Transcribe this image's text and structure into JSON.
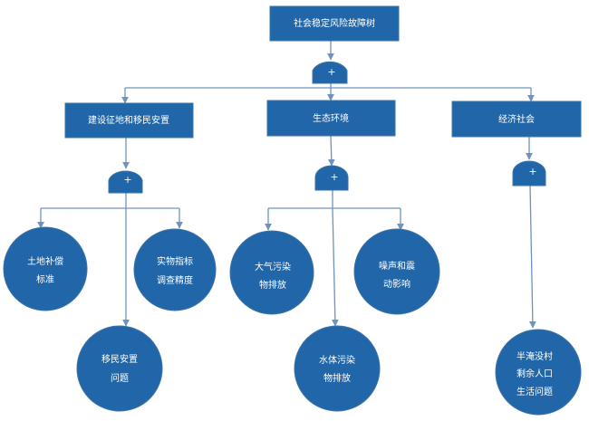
{
  "title": "社会稳定风险故障树",
  "colors": {
    "node_fill": "#2166a8",
    "connector": "#6d93bf",
    "text": "#ffffff"
  },
  "root": {
    "label": "社会稳定风险故障树",
    "gate": {
      "type": "or",
      "symbol": "+"
    }
  },
  "branches": [
    {
      "label": "建设征地和移民安置",
      "gate": {
        "type": "or",
        "symbol": "+"
      },
      "events": [
        {
          "lines": [
            "土地补偿",
            "标准"
          ]
        },
        {
          "lines": [
            "移民安置",
            "问题"
          ]
        },
        {
          "lines": [
            "实物指标",
            "调查精度"
          ]
        }
      ]
    },
    {
      "label": "生态环境",
      "gate": {
        "type": "or",
        "symbol": "+"
      },
      "events": [
        {
          "lines": [
            "大气污染",
            "物排放"
          ]
        },
        {
          "lines": [
            "水体污染",
            "物排放"
          ]
        },
        {
          "lines": [
            "噪声和震",
            "动影响"
          ]
        }
      ]
    },
    {
      "label": "经济社会",
      "gate": {
        "type": "or",
        "symbol": "+"
      },
      "events": [
        {
          "lines": [
            "半淹没村",
            "剩余人口",
            "生活问题"
          ]
        }
      ]
    }
  ]
}
